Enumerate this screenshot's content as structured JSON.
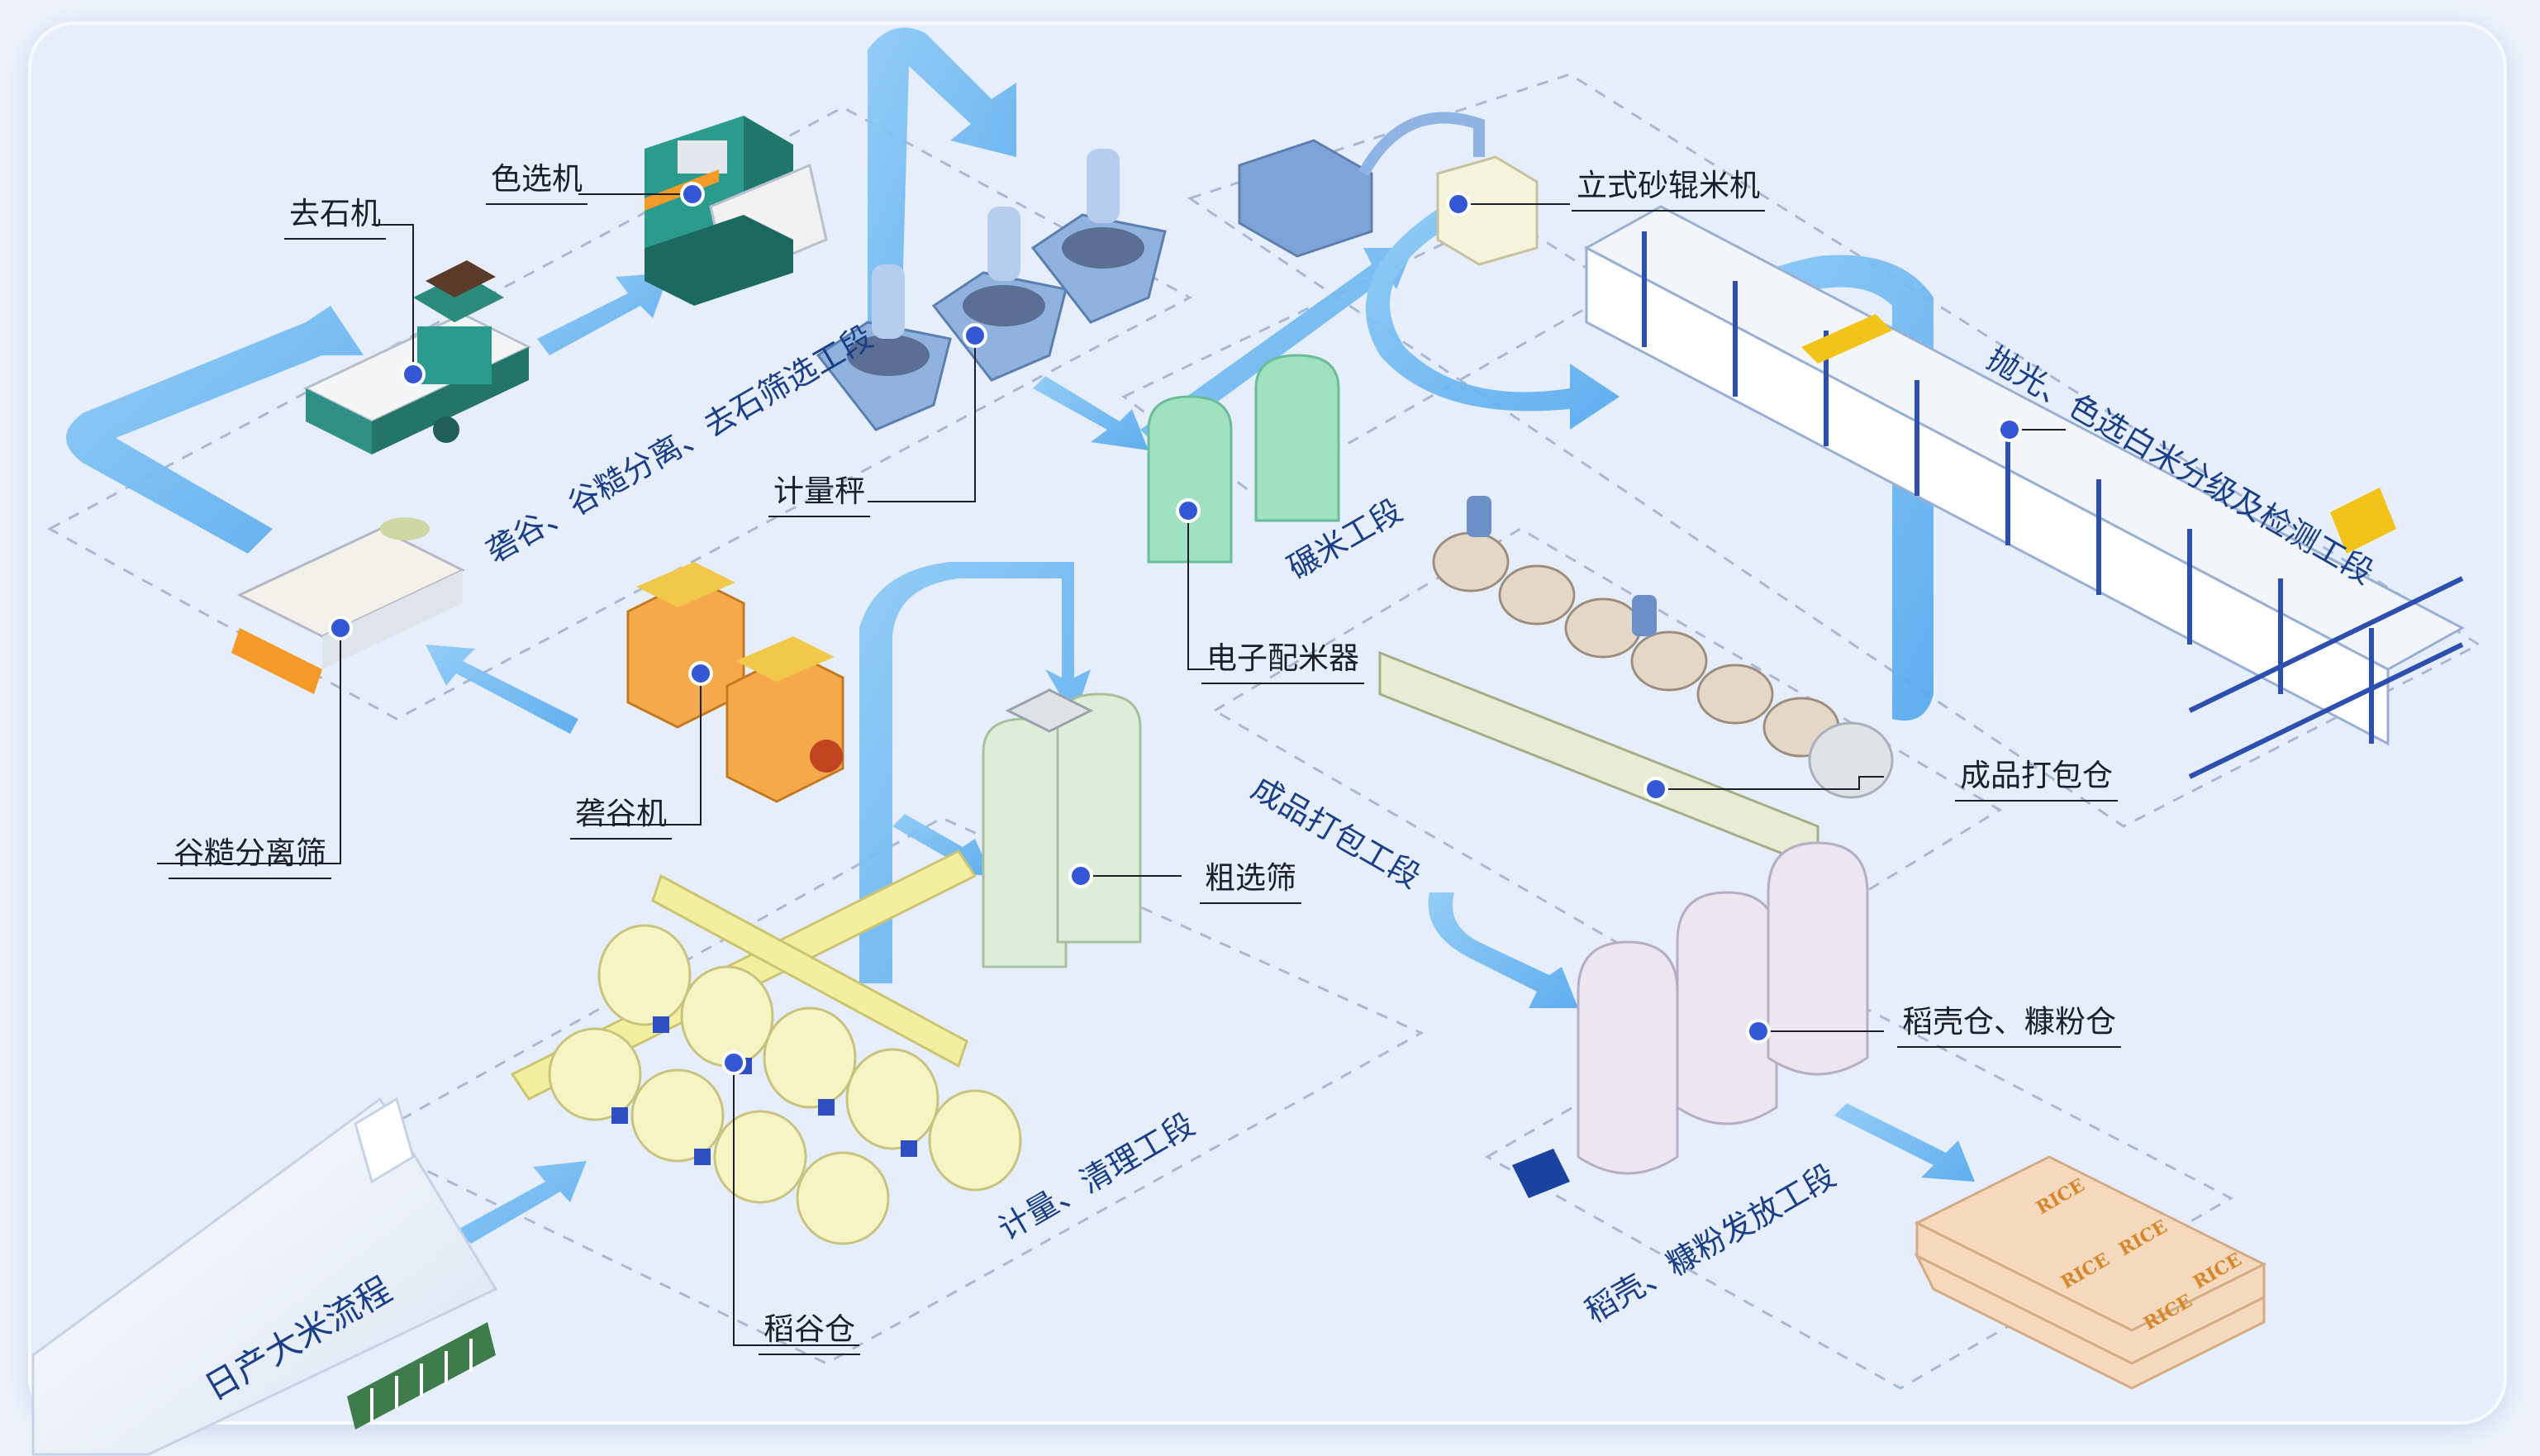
{
  "title": "日产大米流程",
  "stages": {
    "husking": "砻谷、谷糙分离、去石筛选工段",
    "metering": "计量、清理工段",
    "milling": "碾米工段",
    "polishing": "抛光、色选白米分级及检测工段",
    "packing": "成品打包工段",
    "husk_release": "稻壳、糠粉发放工段"
  },
  "machines": {
    "destoner": "去石机",
    "color_sorter": "色选机",
    "scale": "计量秤",
    "vertical_mill": "立式砂辊米机",
    "separator": "谷糙分离筛",
    "husker": "砻谷机",
    "mixer": "电子配米器",
    "packing_bin": "成品打包仓",
    "coarse_screen": "粗选筛",
    "husk_bin": "稻壳仓、糠粉仓",
    "paddy_bin": "稻谷仓"
  },
  "bags": {
    "text": "RICE"
  },
  "colors": {
    "arrow": "#6cb8f2",
    "dot": "#3457d5",
    "stage_text": "#1b3f86"
  }
}
